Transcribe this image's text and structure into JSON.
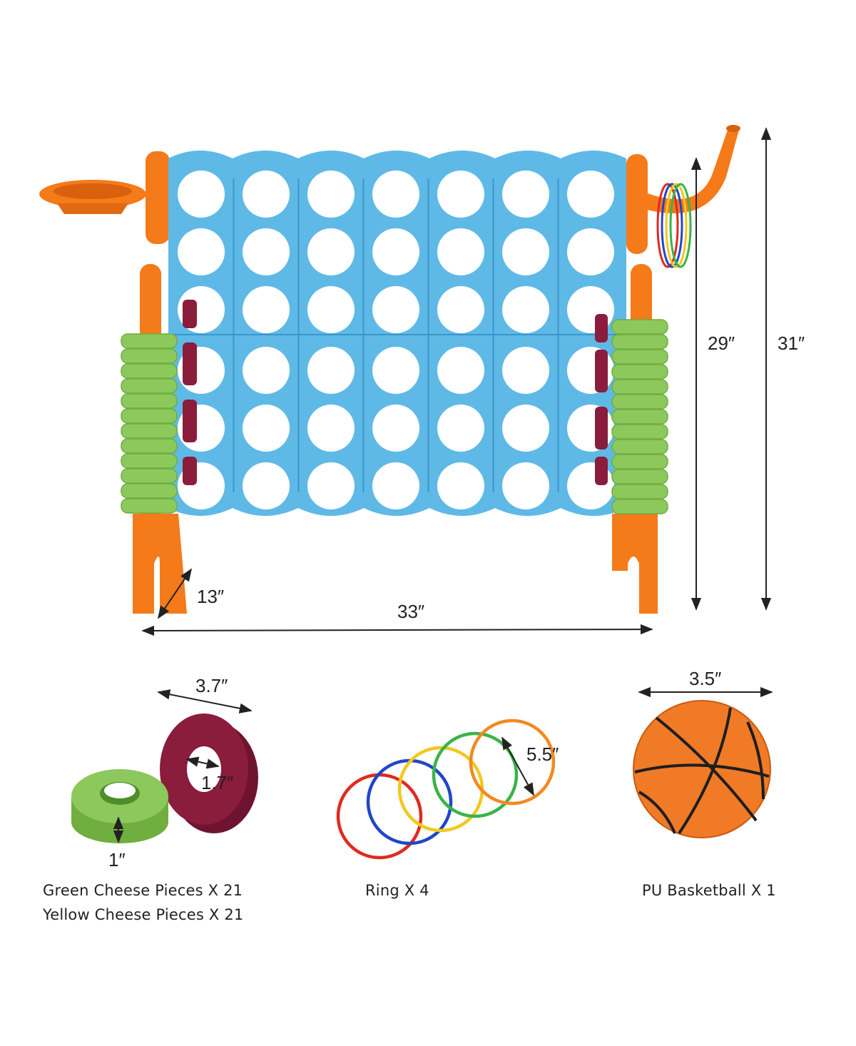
{
  "colors": {
    "board": "#5fb9e6",
    "board_shadow": "#3a97cc",
    "frame": "#f47a1a",
    "frame_dark": "#d9600c",
    "green_piece": "#8cc85c",
    "red_piece": "#8a1c3c",
    "ball": "#f07a26",
    "ring_colors": [
      "#e02a1e",
      "#2146c8",
      "#f2c81e",
      "#39b449",
      "#f08a20"
    ]
  },
  "dimensions": {
    "frame_depth": "13″",
    "frame_width": "33″",
    "board_height": "29″",
    "total_height": "31″",
    "piece_diameter": "3.7″",
    "piece_hole": "1.7″",
    "piece_thickness": "1″",
    "ring_diameter": "5.5″",
    "ball_diameter": "3.5″"
  },
  "captions": {
    "green_pieces": "Green Cheese Pieces X 21",
    "yellow_pieces": "Yellow Cheese Pieces X 21",
    "rings": "Ring X 4",
    "basketball": "PU Basketball X 1"
  },
  "board_grid": {
    "rows": 6,
    "columns": 7
  }
}
